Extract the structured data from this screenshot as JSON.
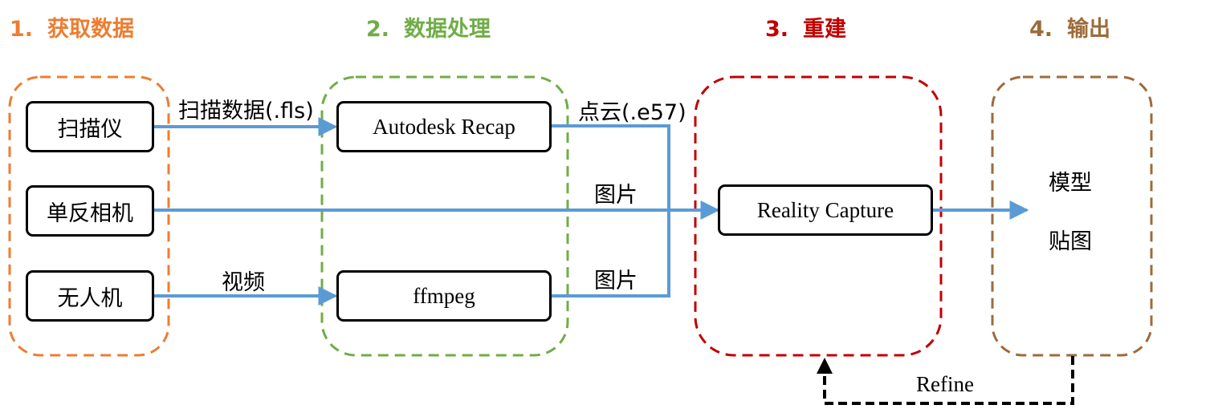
{
  "colors": {
    "stage1": "#ED7D31",
    "stage2": "#70AD47",
    "stage3": "#C00000",
    "stage4": "#9C6B3A",
    "arrow": "#5B9BD5",
    "node_border": "#000000",
    "refine": "#000000"
  },
  "stages": [
    {
      "num": "1.",
      "title": "获取数据"
    },
    {
      "num": "2.",
      "title": "数据处理"
    },
    {
      "num": "3.",
      "title": "重建"
    },
    {
      "num": "4.",
      "title": "输出"
    }
  ],
  "nodes": {
    "scanner": "扫描仪",
    "dslr": "单反相机",
    "drone": "无人机",
    "recap": "Autodesk Recap",
    "ffmpeg": "ffmpeg",
    "reality_capture": "Reality Capture"
  },
  "outputs": [
    "模型",
    "贴图"
  ],
  "edge_labels": {
    "scan_data": "扫描数据(.fls)",
    "point_cloud": "点云(.e57)",
    "images_top": "图片",
    "images_bottom": "图片",
    "video": "视频",
    "refine": "Refine"
  }
}
